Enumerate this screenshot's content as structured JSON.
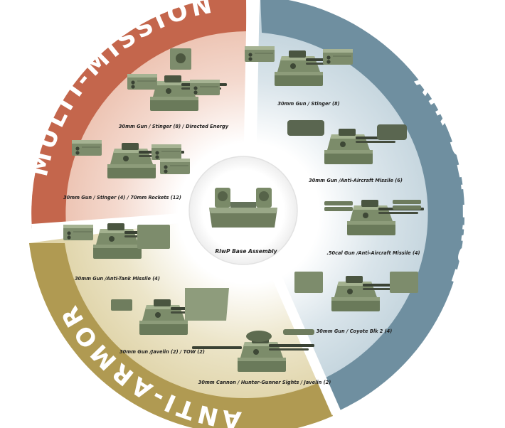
{
  "sectors": {
    "multi_mission": {
      "title": "MULTI-MISSION",
      "color": "#c4664c"
    },
    "air_defense": {
      "title": "AIR DEFENSE",
      "color": "#6f8fa0"
    },
    "anti_armor": {
      "title": "ANTI-ARMOR",
      "color": "#b09a52"
    }
  },
  "center": {
    "label": "RIwP Base Assembly"
  },
  "captions": {
    "mm1": "30mm Gun / Stinger (8) / Directed Energy",
    "mm2": "30mm Gun / Stinger (4) / 70mm Rockets (12)",
    "ad1": "30mm Gun / Stinger (8)",
    "ad2": "30mm Gun /Anti-Aircraft Missile (6)",
    "ad3": ".50cal Gun /Anti-Aircraft Missile (4)",
    "ad4": "30mm Gun / Coyote Blk 2 (4)",
    "aa1": "30mm Gun /Anti-Tank Missile (4)",
    "aa2": "30mm Gun /Javelin (2) / TOW (2)",
    "aa3": "30mm Cannon / Hunter-Gunner Sights / Javelin (2)"
  },
  "colors": {
    "turret": "#7c8c6a",
    "turret_dark": "#56624a",
    "turret_light": "#a3b18f"
  }
}
